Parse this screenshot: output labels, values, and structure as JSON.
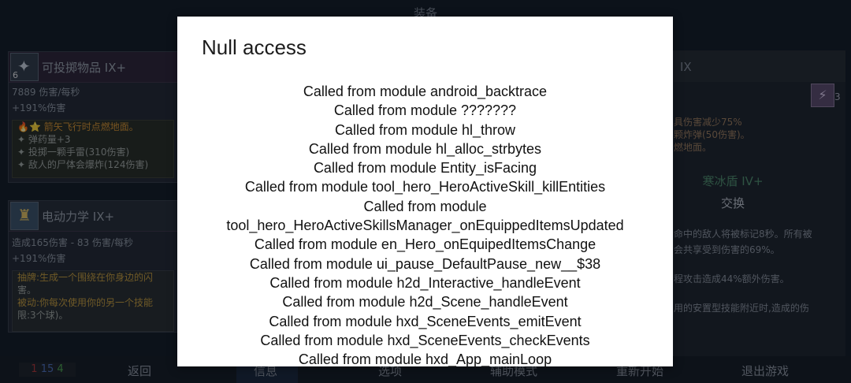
{
  "screen": {
    "title": "装备"
  },
  "left_cards": [
    {
      "icon_count": "6",
      "title": "可投掷物品 IX+",
      "stat1": "7889 伤害/每秒",
      "stat2": "+191%伤害",
      "desc": [
        "🔥⭐ 箭矢飞行时点燃地面。",
        "✦ 弹药量+3",
        "✦ 投掷一颗手雷(310伤害)",
        "✦ 敌人的尸体会爆炸(124伤害)"
      ]
    },
    {
      "title": "电动力学 IX+",
      "stat1": "造成165伤害 - 83 伤害/每秒",
      "stat2": "+191%伤害",
      "desc": [
        "抽牌:生成一个围绕在你身边的闪",
        "害。",
        "被动:你每次使用你的另一个技能",
        "限:3个球)。"
      ]
    }
  ],
  "right_panel": {
    "title": "IX",
    "icon_count": "3",
    "effects": [
      "具伤害减少75%",
      "颗炸弹(50伤害)。",
      "燃地面。"
    ],
    "item_name": "寒冰盾 IV+",
    "swap_label": "交换",
    "body": [
      "命中的敌人将被标记8秒。所有被",
      "会共享受到伤害的69%。",
      "程攻击造成44%额外伤害。",
      "用的安置型技能附近时,造成的伤"
    ]
  },
  "bottom_bar": {
    "counters": {
      "red": "1",
      "blue": "15",
      "green": "4"
    },
    "items": [
      "返回",
      "信息",
      "选项",
      "辅助模式",
      "重新开始",
      "退出游戏"
    ]
  },
  "modal": {
    "title": "Null access",
    "lines": [
      "Called from module android_backtrace",
      "Called from module ???????",
      "Called from module hl_throw",
      "Called from module hl_alloc_strbytes",
      "Called from module Entity_isFacing",
      "Called from module tool_hero_HeroActiveSkill_killEntities",
      "Called from module",
      "tool_hero_HeroActiveSkillsManager_onEquippedItemsUpdated",
      "Called from module en_Hero_onEquipedItemsChange",
      "Called from module ui_pause_DefaultPause_new__$38",
      "Called from module h2d_Interactive_handleEvent",
      "Called from module h2d_Scene_handleEvent",
      "Called from module hxd_SceneEvents_emitEvent",
      "Called from module hxd_SceneEvents_checkEvents",
      "Called from module hxd_App_mainLoop"
    ]
  }
}
